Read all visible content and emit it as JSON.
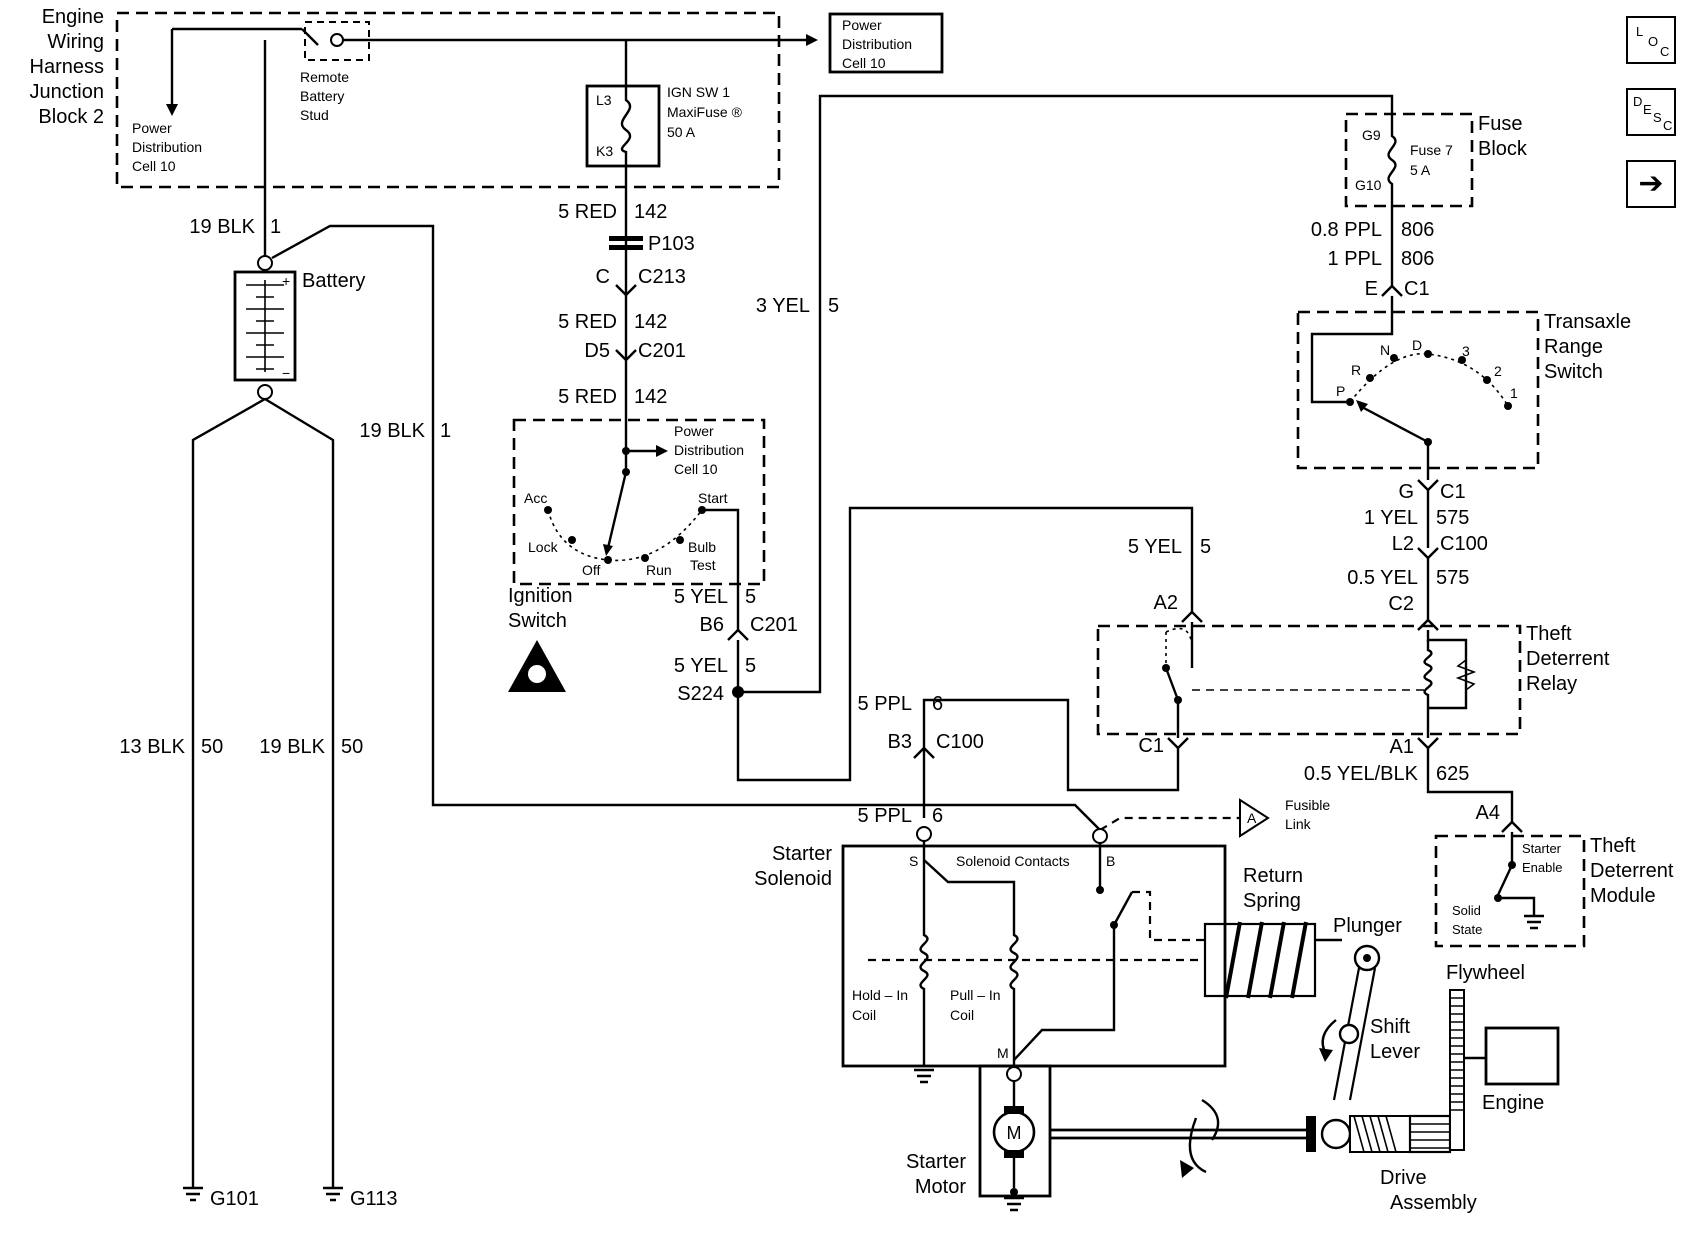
{
  "ejb": {
    "title": [
      "Engine",
      "Wiring",
      "Harness",
      "Junction",
      "Block 2"
    ],
    "pd_left": [
      "Power",
      "Distribution",
      "Cell 10"
    ],
    "stud": [
      "Remote",
      "Battery",
      "Stud"
    ],
    "ign_fuse": [
      "IGN SW 1",
      "MaxiFuse ®",
      "50 A"
    ],
    "pin_l3": "L3",
    "pin_k3": "K3"
  },
  "pd_top": [
    "Power",
    "Distribution",
    "Cell 10"
  ],
  "battery": {
    "label": "Battery",
    "plus": "+",
    "minus": "−",
    "top_wire": "19 BLK",
    "top_ckt": "1",
    "mid_wire": "19 BLK",
    "mid_ckt": "1",
    "g1_wire": "13 BLK",
    "g1_ckt": "50",
    "g2_wire": "19 BLK",
    "g2_ckt": "50",
    "g101": "G101",
    "g113": "G113"
  },
  "red": {
    "w1": "5 RED",
    "c1": "142",
    "p103": "P103",
    "c_pin": "C",
    "c213": "C213",
    "w2": "5 RED",
    "c2": "142",
    "d5": "D5",
    "c201": "C201",
    "w3": "5 RED",
    "c3": "142"
  },
  "ign": {
    "pd": [
      "Power",
      "Distribution",
      "Cell 10"
    ],
    "acc": "Acc",
    "lock": "Lock",
    "off": "Off",
    "run": "Run",
    "start": "Start",
    "bulb": [
      "Bulb",
      "Test"
    ],
    "title": [
      "Ignition",
      "Switch"
    ]
  },
  "yel": {
    "w3": "3 YEL",
    "c3": "5",
    "w_b6": "5 YEL",
    "c_b6": "5",
    "b6": "B6",
    "c201": "C201",
    "w_s": "5 YEL",
    "c_s": "5",
    "s224": "S224",
    "w_a2": "5 YEL",
    "c_a2": "5",
    "a2": "A2"
  },
  "fuse": {
    "title": [
      "Fuse",
      "Block"
    ],
    "g9": "G9",
    "g10": "G10",
    "fuse": [
      "Fuse 7",
      "5 A"
    ],
    "w1": "0.8 PPL",
    "c1": "806",
    "w2": "1 PPL",
    "c2": "806",
    "e": "E",
    "c1conn": "C1"
  },
  "trs": {
    "title": [
      "Transaxle",
      "Range",
      "Switch"
    ],
    "n": "N",
    "d": "D",
    "p3": "3",
    "p2": "2",
    "p1": "1",
    "r": "R",
    "p": "P",
    "g": "G",
    "c1": "C1",
    "w1": "1 YEL",
    "c1c": "575",
    "l2": "L2",
    "c100": "C100",
    "w2": "0.5 YEL",
    "c2c": "575",
    "c2": "C2"
  },
  "relay": {
    "title": [
      "Theft",
      "Deterrent",
      "Relay"
    ],
    "c1": "C1",
    "a1": "A1",
    "w": "0.5 YEL/BLK",
    "c": "625"
  },
  "ppl": {
    "w1": "5 PPL",
    "c1": "6",
    "b3": "B3",
    "c100": "C100",
    "w2": "5 PPL",
    "c2": "6"
  },
  "tdm": {
    "a4": "A4",
    "title": [
      "Theft",
      "Deterrent",
      "Module"
    ],
    "starter_enable": [
      "Starter",
      "Enable"
    ],
    "solid": [
      "Solid",
      "State"
    ]
  },
  "fusible": {
    "label": [
      "Fusible",
      "Link"
    ],
    "a": "A"
  },
  "starter": {
    "solenoid": [
      "Starter",
      "Solenoid"
    ],
    "s": "S",
    "b": "B",
    "m": "M",
    "contacts": "Solenoid Contacts",
    "hold": [
      "Hold – In",
      "Coil"
    ],
    "pull": [
      "Pull – In",
      "Coil"
    ],
    "return": [
      "Return",
      "Spring"
    ],
    "plunger": "Plunger",
    "shift": [
      "Shift",
      "Lever"
    ],
    "flywheel": "Flywheel",
    "engine": "Engine",
    "motor": [
      "Starter",
      "Motor"
    ],
    "motor_symbol": "M",
    "drive": [
      "Drive",
      "Assembly"
    ]
  },
  "nav": {
    "loc": [
      "L",
      "O",
      "C"
    ],
    "desc": [
      "D",
      "E",
      "S",
      "C"
    ],
    "next": "➔"
  }
}
